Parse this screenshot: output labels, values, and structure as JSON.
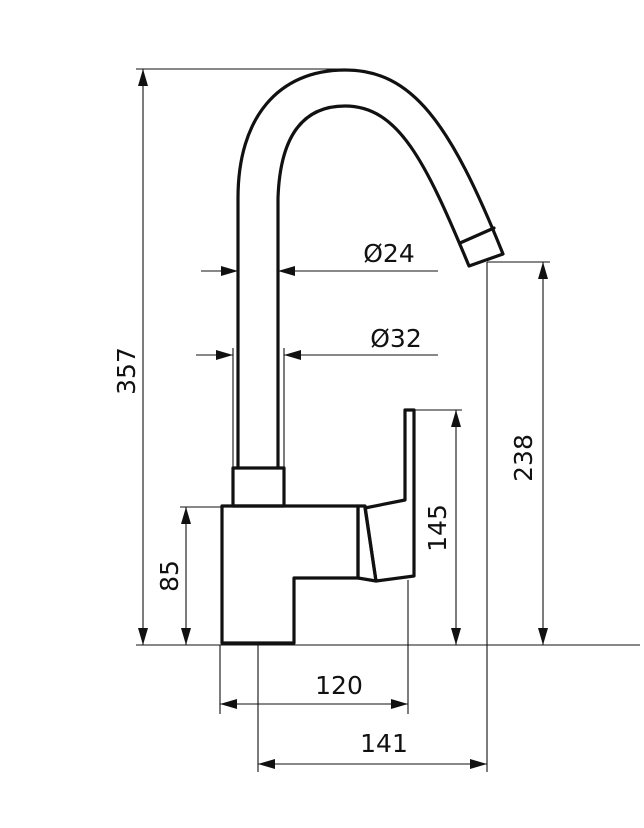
{
  "dimensions": {
    "overall_height": "357",
    "spout_outlet_height": "238",
    "lever_height": "145",
    "body_height": "85",
    "body_depth": "120",
    "spout_reach": "141",
    "spout_diameter": "Ø24",
    "base_diameter": "Ø32"
  },
  "colors": {
    "line": "#111111",
    "background": "#ffffff"
  }
}
